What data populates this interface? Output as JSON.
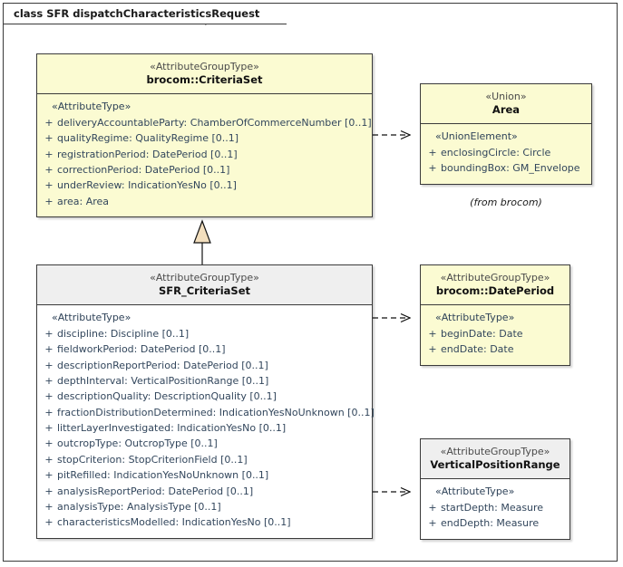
{
  "diagram": {
    "frame_label": "class SFR dispatchCharacteristicsRequest",
    "colors": {
      "box_yellow": "#fbfbd2",
      "box_header_gray": "#efefef",
      "box_body_white": "#ffffff",
      "border": "#3a3a3a",
      "attribute_text": "#32465c",
      "generalization_fill": "#f3dfbe"
    }
  },
  "boxes": [
    {
      "id": "criteriaset",
      "stereotype": "«AttributeGroupType»",
      "name": "brocom::CriteriaSet",
      "fill": "yellow",
      "compartment_stereotype": "«AttributeType»",
      "attributes": [
        {
          "visibility": "+",
          "signature": "deliveryAccountableParty: ChamberOfCommerceNumber [0..1]"
        },
        {
          "visibility": "+",
          "signature": "qualityRegime: QualityRegime [0..1]"
        },
        {
          "visibility": "+",
          "signature": "registrationPeriod: DatePeriod [0..1]"
        },
        {
          "visibility": "+",
          "signature": "correctionPeriod: DatePeriod [0..1]"
        },
        {
          "visibility": "+",
          "signature": "underReview: IndicationYesNo [0..1]"
        },
        {
          "visibility": "+",
          "signature": "area: Area"
        }
      ]
    },
    {
      "id": "area",
      "stereotype": "«Union»",
      "name": "Area",
      "fill": "yellow",
      "compartment_stereotype": "«UnionElement»",
      "attributes": [
        {
          "visibility": "+",
          "signature": "enclosingCircle: Circle"
        },
        {
          "visibility": "+",
          "signature": "boundingBox: GM_Envelope"
        }
      ],
      "note": "(from brocom)"
    },
    {
      "id": "sfr_criteriaset",
      "stereotype": "«AttributeGroupType»",
      "name": "SFR_CriteriaSet",
      "fill": "gray",
      "compartment_stereotype": "«AttributeType»",
      "attributes": [
        {
          "visibility": "+",
          "signature": "discipline: Discipline [0..1]"
        },
        {
          "visibility": "+",
          "signature": "fieldworkPeriod: DatePeriod [0..1]"
        },
        {
          "visibility": "+",
          "signature": "descriptionReportPeriod: DatePeriod [0..1]"
        },
        {
          "visibility": "+",
          "signature": "depthInterval: VerticalPositionRange [0..1]"
        },
        {
          "visibility": "+",
          "signature": "descriptionQuality: DescriptionQuality [0..1]"
        },
        {
          "visibility": "+",
          "signature": "fractionDistributionDetermined: IndicationYesNoUnknown [0..1]"
        },
        {
          "visibility": "+",
          "signature": "litterLayerInvestigated: IndicationYesNo [0..1]"
        },
        {
          "visibility": "+",
          "signature": "outcropType: OutcropType [0..1]"
        },
        {
          "visibility": "+",
          "signature": "stopCriterion: StopCriterionField [0..1]"
        },
        {
          "visibility": "+",
          "signature": "pitRefilled: IndicationYesNoUnknown [0..1]"
        },
        {
          "visibility": "+",
          "signature": "analysisReportPeriod: DatePeriod [0..1]"
        },
        {
          "visibility": "+",
          "signature": "analysisType: AnalysisType [0..1]"
        },
        {
          "visibility": "+",
          "signature": "characteristicsModelled: IndicationYesNo [0..1]"
        }
      ]
    },
    {
      "id": "dateperiod",
      "stereotype": "«AttributeGroupType»",
      "name": "brocom::DatePeriod",
      "fill": "yellow",
      "compartment_stereotype": "«AttributeType»",
      "attributes": [
        {
          "visibility": "+",
          "signature": "beginDate: Date"
        },
        {
          "visibility": "+",
          "signature": "endDate: Date"
        }
      ]
    },
    {
      "id": "verticalpositionrange",
      "stereotype": "«AttributeGroupType»",
      "name": "VerticalPositionRange",
      "fill": "gray",
      "compartment_stereotype": "«AttributeType»",
      "attributes": [
        {
          "visibility": "+",
          "signature": "startDepth: Measure"
        },
        {
          "visibility": "+",
          "signature": "endDepth: Measure"
        }
      ]
    }
  ],
  "connectors": [
    {
      "id": "gen-sfr-to-criteriaset",
      "type": "generalization",
      "from": "sfr_criteriaset",
      "to": "criteriaset"
    },
    {
      "id": "dep-criteriaset-to-area",
      "type": "dependency",
      "from": "criteriaset",
      "to": "area"
    },
    {
      "id": "dep-sfr-to-dateperiod",
      "type": "dependency",
      "from": "sfr_criteriaset",
      "to": "dateperiod"
    },
    {
      "id": "dep-sfr-to-verticalpositionrange",
      "type": "dependency",
      "from": "sfr_criteriaset",
      "to": "verticalpositionrange"
    }
  ]
}
